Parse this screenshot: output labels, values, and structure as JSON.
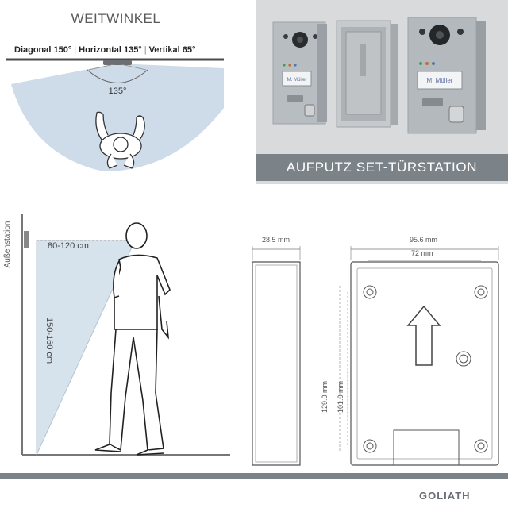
{
  "wide_angle": {
    "title": "WEITWINKEL",
    "diagonal": "Diagonal 150°",
    "horizontal": "Horizontal 135°",
    "vertical": "Vertikal 65°",
    "separator": "|",
    "angle_label": "135°"
  },
  "product": {
    "banner": "AUFPUTZ SET-TÜRSTATION",
    "nameplate": "M. Müller"
  },
  "mounting": {
    "station_label": "Außenstation",
    "distance_label": "80-120 cm",
    "height_label": "150-160 cm"
  },
  "dimensions": {
    "depth": "28.5 mm",
    "width": "95.6 mm",
    "inner_width": "72 mm",
    "height": "129.0 mm",
    "inner_height": "101.0 mm"
  },
  "brand": {
    "logo": "GOLIATH"
  },
  "colors": {
    "banner_bg": "#7b8288",
    "panel_bg": "#d8dadc",
    "fov_fill": "#c9d9e6"
  }
}
